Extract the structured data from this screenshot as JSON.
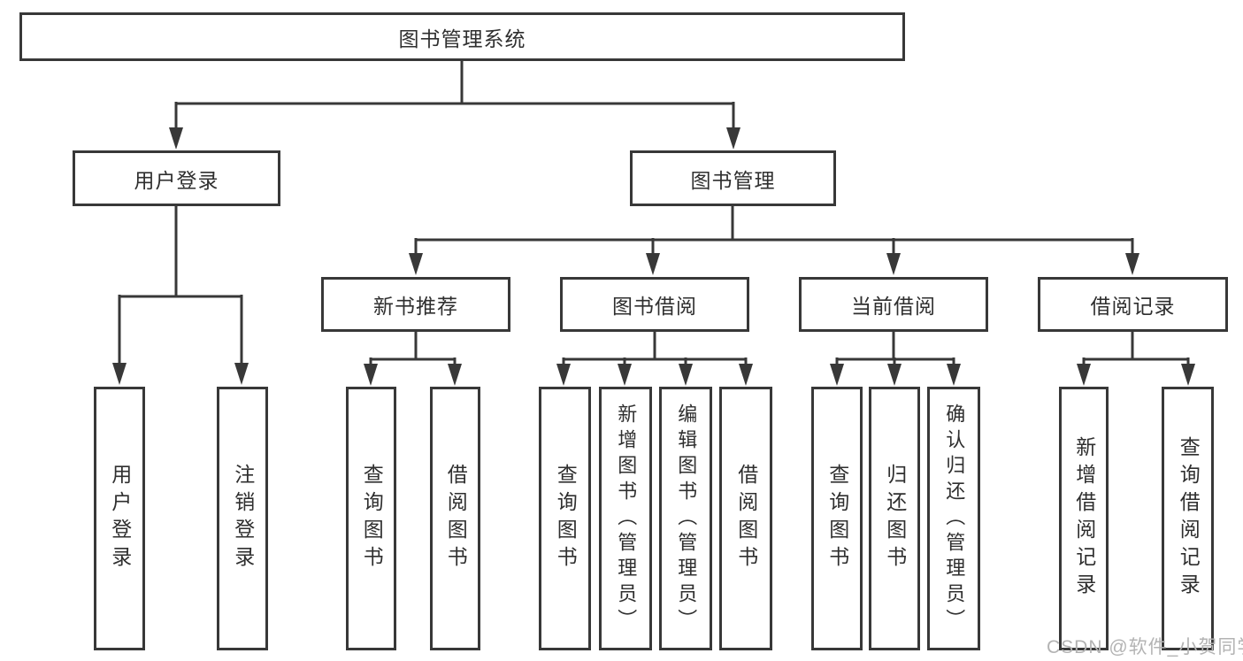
{
  "diagram_title": "图书管理系统",
  "colors": {
    "line": "#383838",
    "box_border": "#383838",
    "text": "#2f2f2f",
    "box_background": "#ffffff",
    "watermark": "#b3b3b3"
  },
  "watermark": "CSDN @软件_小贺同学",
  "nodes": {
    "root": {
      "label": "图书管理系统"
    },
    "user_login": {
      "label": "用户登录"
    },
    "book_mgmt": {
      "label": "图书管理"
    },
    "login": {
      "label": "用户登录"
    },
    "logout": {
      "label": "注销登录"
    },
    "new_books": {
      "label": "新书推荐"
    },
    "book_borrow": {
      "label": "图书借阅"
    },
    "current_borrow": {
      "label": "当前借阅"
    },
    "borrow_records": {
      "label": "借阅记录"
    },
    "nb_query": {
      "label": "查询图书"
    },
    "nb_borrow": {
      "label": "借阅图书"
    },
    "bb_query": {
      "label": "查询图书"
    },
    "bb_add": {
      "label": "新增图书（管理员）"
    },
    "bb_edit": {
      "label": "编辑图书（管理员）"
    },
    "bb_borrow": {
      "label": "借阅图书"
    },
    "cb_query": {
      "label": "查询图书"
    },
    "cb_return": {
      "label": "归还图书"
    },
    "cb_confirm": {
      "label": "确认归还（管理员）"
    },
    "br_add": {
      "label": "新增借阅记录"
    },
    "br_query": {
      "label": "查询借阅记录"
    }
  }
}
